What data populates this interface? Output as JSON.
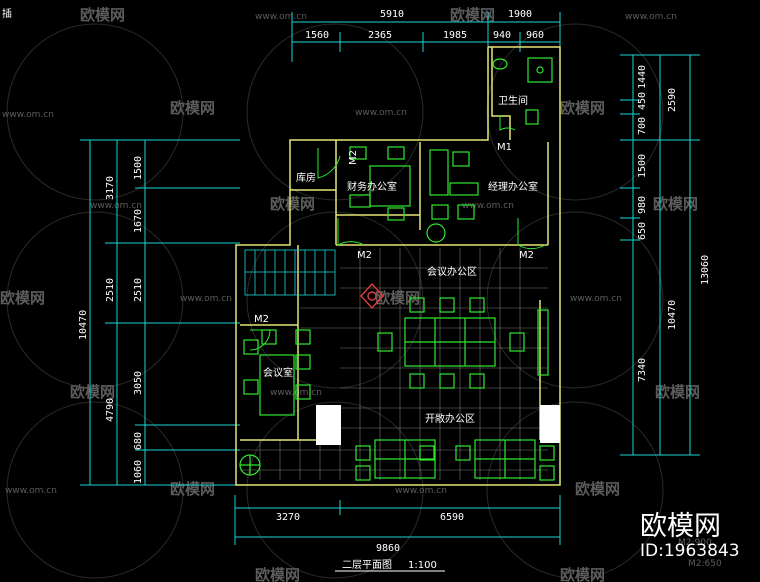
{
  "corner_text": "插",
  "watermark": {
    "brand": "欧模网",
    "url": "www.om.cn"
  },
  "rooms": {
    "bathroom": "卫生间",
    "storage": "库房",
    "finance": "财务办公室",
    "manager": "经理办公室",
    "meeting_area": "会议办公区",
    "meeting_room": "会议室",
    "open_office": "开敞办公区"
  },
  "door_tags": {
    "m1": "M1",
    "m2": "M2"
  },
  "dims_top": {
    "overall_a": "5910",
    "overall_b": "1900",
    "segments": [
      "1560",
      "2365",
      "1985",
      "940",
      "960"
    ]
  },
  "dims_right_inner": [
    "1440",
    "450",
    "700",
    "1500",
    "980",
    "650",
    "7340"
  ],
  "dims_right_mid": [
    "2590",
    "10470"
  ],
  "dims_right_outer": "13060",
  "dims_left_inner": [
    "1500",
    "1670",
    "2510",
    "3050",
    "680",
    "1060"
  ],
  "dims_left_mid": [
    "3170",
    "2510",
    "4790"
  ],
  "dims_left_outer": "10470",
  "dims_bottom": {
    "segments": [
      "3270",
      "6590"
    ],
    "overall": "9860"
  },
  "caption": {
    "title": "二层平面图",
    "scale": "1:100"
  },
  "corner_brand": {
    "name": "欧模网",
    "id": "ID:1963843",
    "ghost_1": "M2:900",
    "ghost_2": "M2:650"
  }
}
